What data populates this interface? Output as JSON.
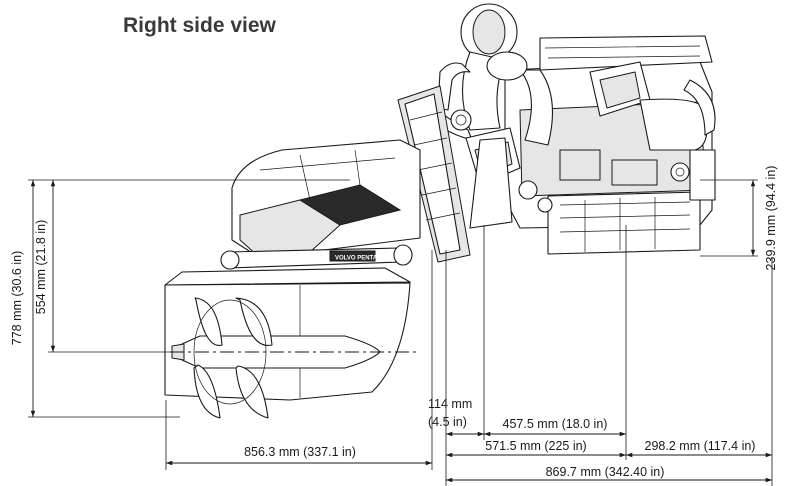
{
  "title": "Right side view",
  "logo_text": "VOLVO PENTA",
  "dimensions": {
    "height_total": "778 mm (30.6 in)",
    "height_shaft": "554 mm (21.8 in)",
    "height_right": "239.9 mm (94.4 in)",
    "length_drive": "856.3 mm (337.1 in)",
    "offset_small": "114 mm",
    "offset_small_in": "(4.5 in)",
    "length_mid": "457.5 mm (18.0 in)",
    "length_lower": "571.5 mm (225 in)",
    "length_rear": "298.2 mm (117.4 in)",
    "length_engine": "869.7 mm (342.40 in)"
  }
}
